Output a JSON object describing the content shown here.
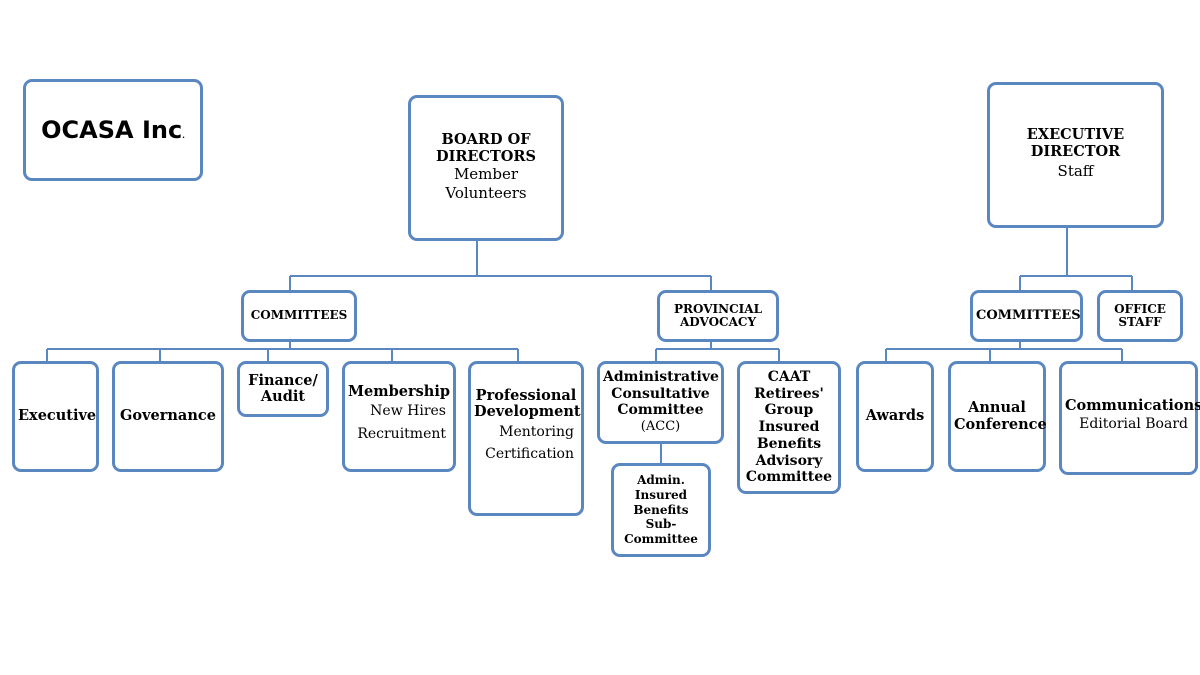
{
  "logo": {
    "name": "OCASA Inc",
    "suffix": "."
  },
  "board": {
    "title": "BOARD OF DIRECTORS",
    "subtitle": "Member Volunteers"
  },
  "executive_director": {
    "title": "EXECUTIVE DIRECTOR",
    "subtitle": "Staff"
  },
  "board_committees": {
    "label": "COMMITTEES"
  },
  "provincial_advocacy": {
    "label": "PROVINCIAL ADVOCACY"
  },
  "staff_committees": {
    "label": "COMMITTEES"
  },
  "office_staff": {
    "label": "OFFICE STAFF"
  },
  "executive": {
    "label": "Executive"
  },
  "governance": {
    "label": "Governance"
  },
  "finance_audit": {
    "label": "Finance/ Audit"
  },
  "membership": {
    "label": "Membership",
    "items": [
      "New Hires",
      "Recruitment"
    ]
  },
  "professional_development": {
    "label": "Professional Development",
    "items": [
      "Mentoring",
      "Certification"
    ]
  },
  "acc": {
    "label": "Administrative Consultative Committee",
    "abbr": "(ACC)"
  },
  "admin_insured_benefits": {
    "label": "Admin. Insured Benefits Sub-Committee"
  },
  "caat_retirees": {
    "label": "CAAT Retirees' Group Insured Benefits Advisory Committee"
  },
  "awards": {
    "label": "Awards"
  },
  "annual_conference": {
    "label": "Annual Conference"
  },
  "communications": {
    "label": "Communications",
    "items": [
      "Editorial Board"
    ]
  },
  "colors": {
    "border": "#5b87c0",
    "connector": "#5b87c0"
  }
}
